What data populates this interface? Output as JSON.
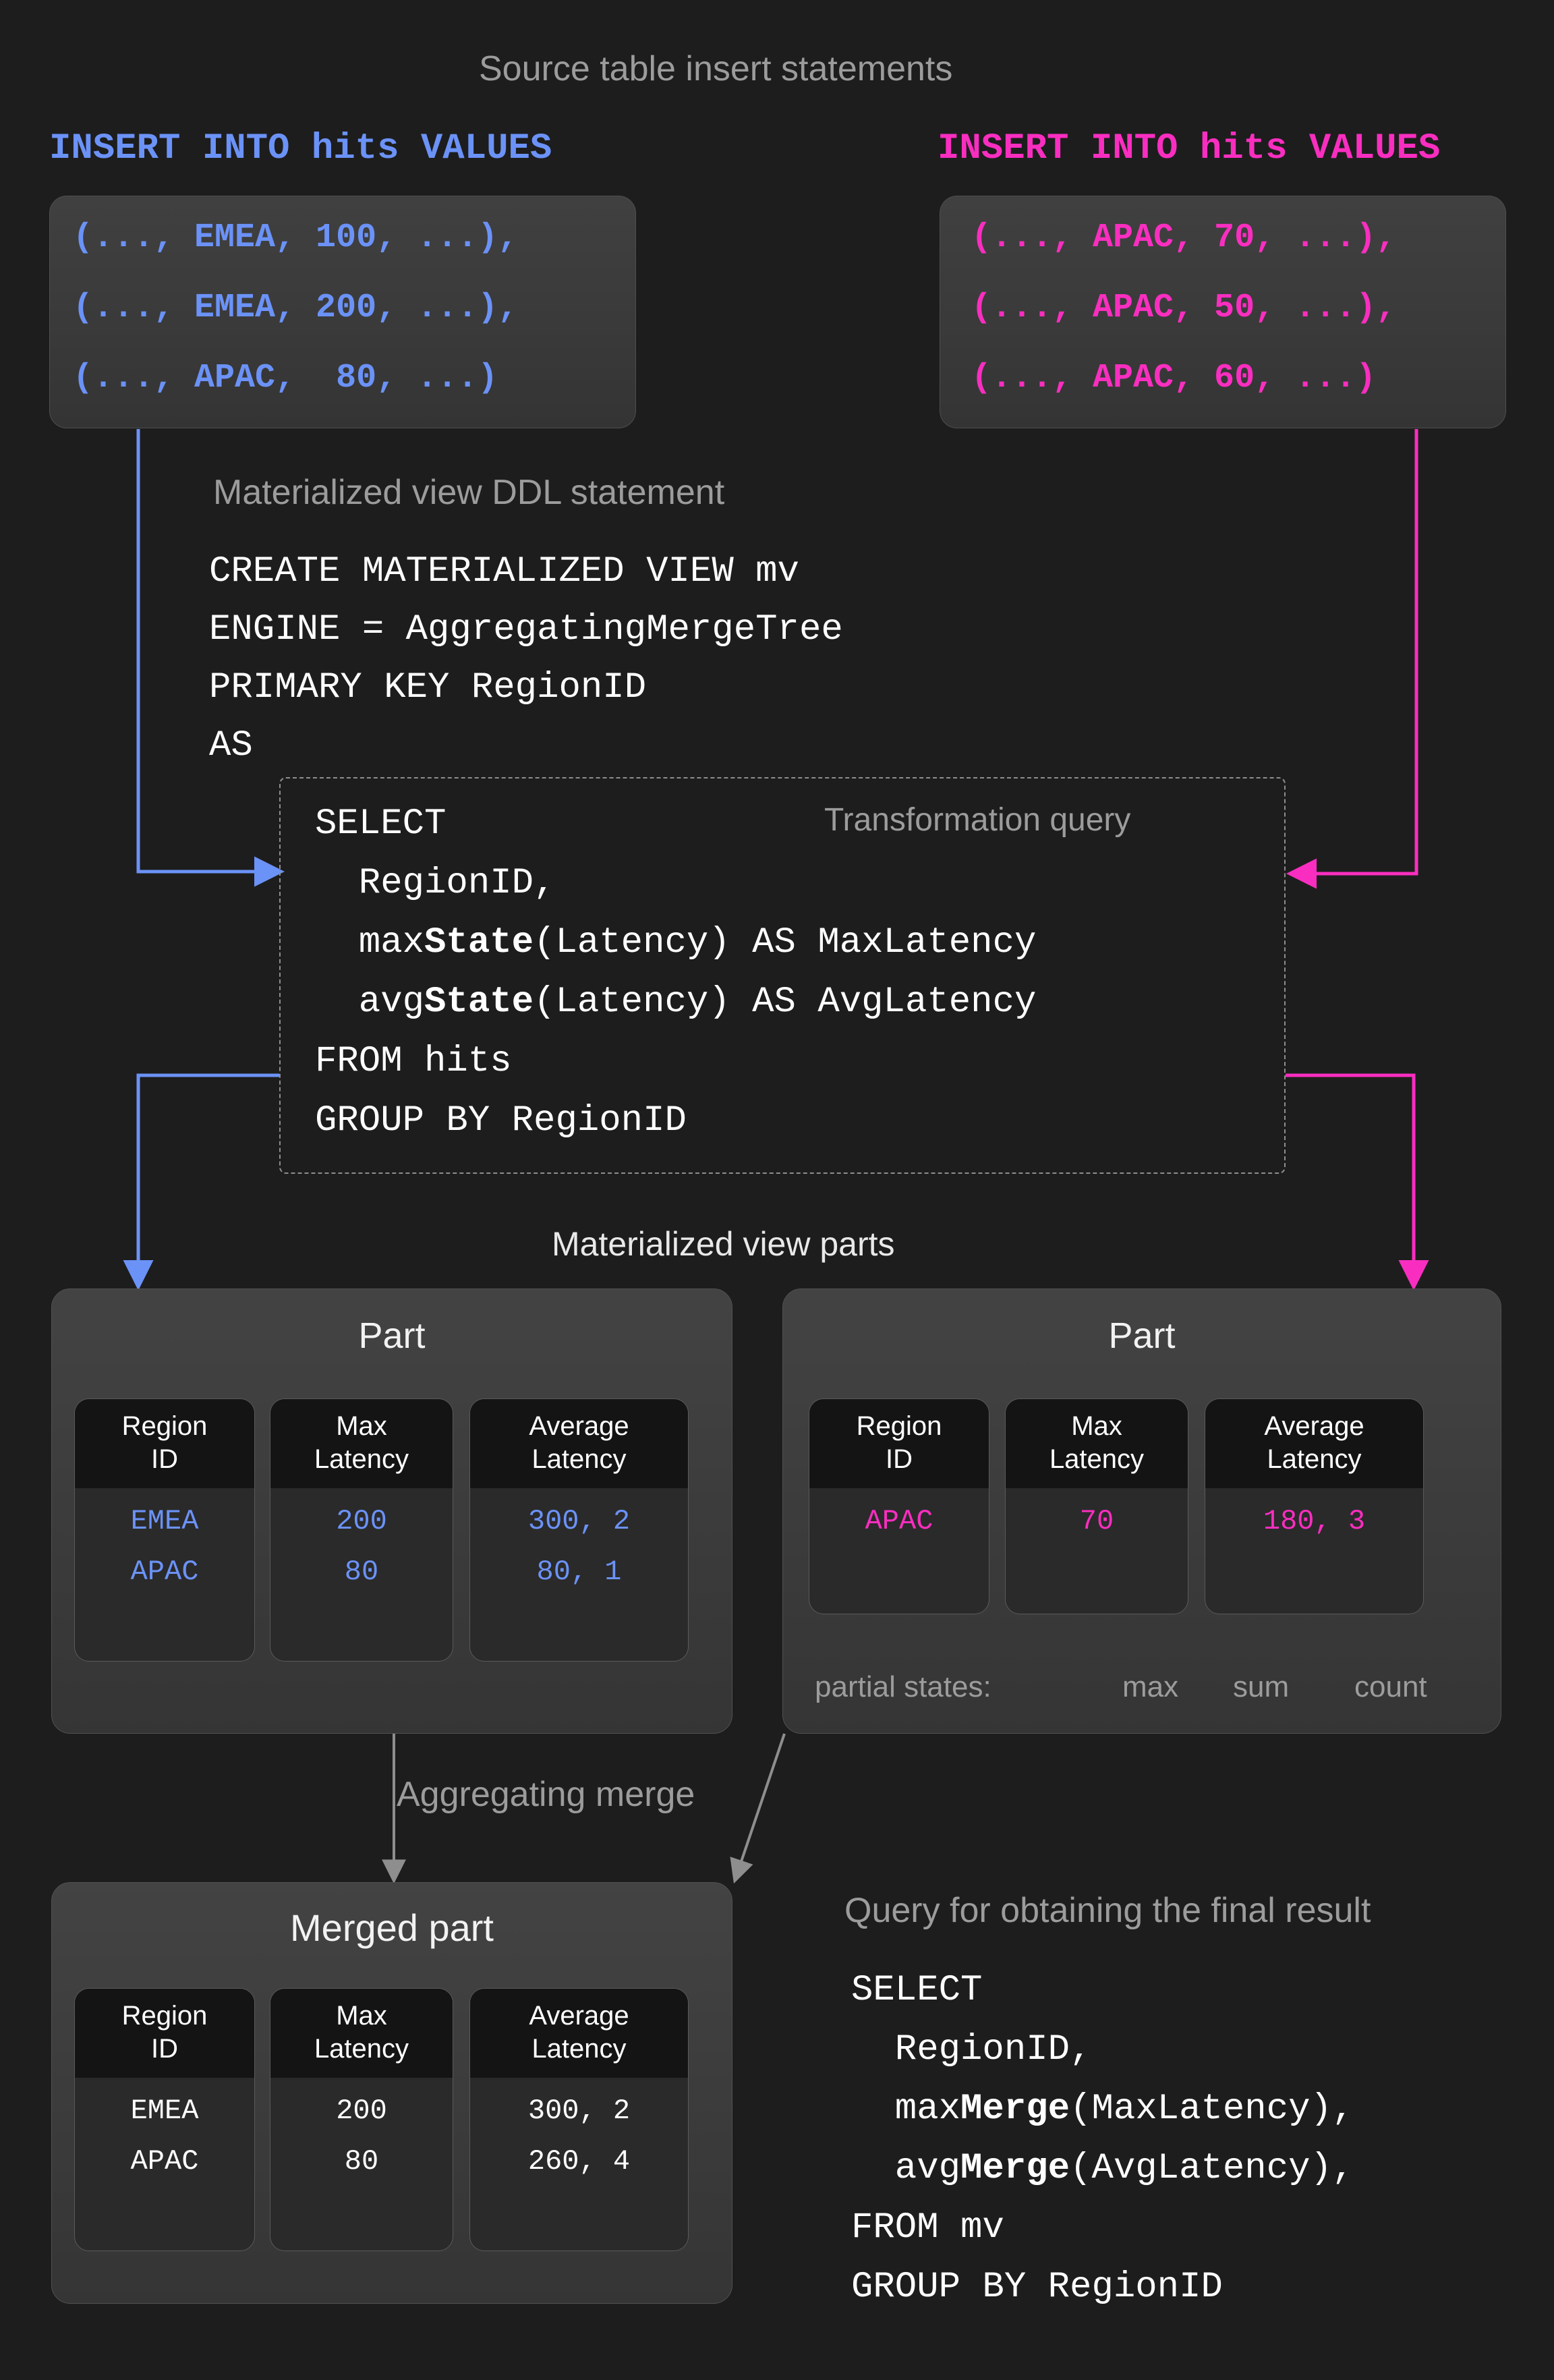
{
  "colors": {
    "background": "#1d1d1d",
    "blue": "#6b92f7",
    "pink": "#f92ec0",
    "gray_label": "#9c9c9c",
    "white": "#f2f2f2",
    "arrow_gray": "#8e8e8e"
  },
  "headings": {
    "source_inserts": "Source table insert statements",
    "mv_ddl": "Materialized view DDL statement",
    "transformation_query": "Transformation query",
    "mv_parts": "Materialized view parts",
    "aggregating_merge": "Aggregating merge",
    "final_query": "Query for obtaining the final result"
  },
  "inserts": {
    "left": {
      "statement": "INSERT INTO hits VALUES",
      "rows": [
        "(..., EMEA, 100, ...),",
        "(..., EMEA, 200, ...),",
        "(..., APAC,  80, ...)"
      ]
    },
    "right": {
      "statement": "INSERT INTO hits VALUES",
      "rows": [
        "(..., APAC, 70, ...),",
        "(..., APAC, 50, ...),",
        "(..., APAC, 60, ...)"
      ]
    }
  },
  "ddl": {
    "lines": [
      "CREATE MATERIALIZED VIEW mv",
      "ENGINE = AggregatingMergeTree",
      "PRIMARY KEY RegionID",
      "AS"
    ]
  },
  "transformation_query": {
    "line1": "SELECT",
    "line2": "  RegionID,",
    "line3_pre": "  max",
    "line3_bold": "State",
    "line3_post": "(Latency) AS MaxLatency",
    "line4_pre": "  avg",
    "line4_bold": "State",
    "line4_post": "(Latency) AS AvgLatency",
    "line5": "FROM hits",
    "line6": "GROUP BY RegionID"
  },
  "final_query": {
    "line1": "SELECT",
    "line2": "  RegionID,",
    "line3_pre": "  max",
    "line3_bold": "Merge",
    "line3_post": "(MaxLatency),",
    "line4_pre": "  avg",
    "line4_bold": "Merge",
    "line4_post": "(AvgLatency),",
    "line5": "FROM mv",
    "line6": "GROUP BY RegionID"
  },
  "parts": {
    "columns": [
      {
        "head_line1": "Region",
        "head_line2": "ID"
      },
      {
        "head_line1": "Max",
        "head_line2": "Latency"
      },
      {
        "head_line1": "Average",
        "head_line2": "Latency"
      }
    ],
    "left": {
      "title": "Part",
      "rows": [
        {
          "region": "EMEA",
          "max": "200",
          "avg": "300, 2"
        },
        {
          "region": "APAC",
          "max": "80",
          "avg": "80, 1"
        }
      ]
    },
    "right": {
      "title": "Part",
      "rows": [
        {
          "region": "APAC",
          "max": "70",
          "avg": "180, 3"
        }
      ],
      "partial_states_label": "partial states:",
      "partial_states": [
        "max",
        "sum",
        "count"
      ]
    },
    "merged": {
      "title": "Merged part",
      "rows": [
        {
          "region": "EMEA",
          "max": "200",
          "avg": "300, 2"
        },
        {
          "region": "APAC",
          "max": "80",
          "avg": "260, 4"
        }
      ]
    }
  }
}
